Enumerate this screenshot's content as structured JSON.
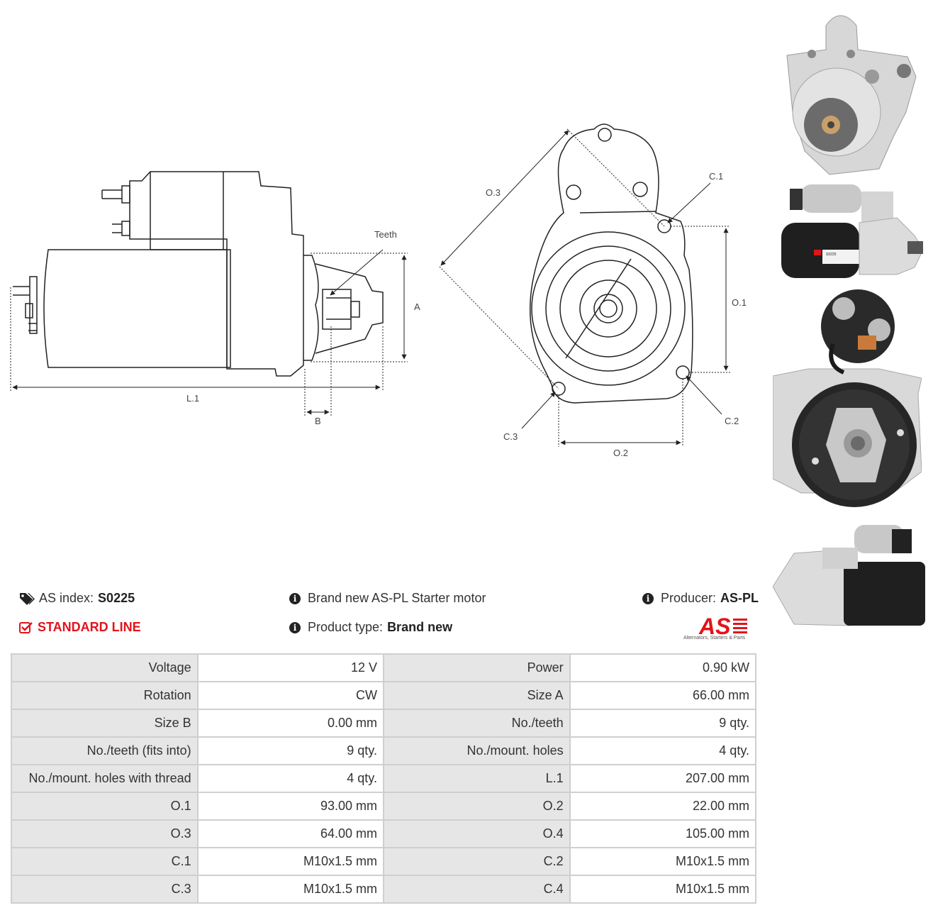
{
  "diagram": {
    "labels": {
      "teeth": "Teeth",
      "a": "A",
      "b": "B",
      "l1": "L.1",
      "o1": "O.1",
      "o2": "O.2",
      "o3": "O.3",
      "c1": "C.1",
      "c2": "C.2",
      "c3": "C.3"
    }
  },
  "photos": {
    "label_text": "S0225"
  },
  "info": {
    "as_index_label": "AS index:",
    "as_index_value": "S0225",
    "standard_line": "STANDARD LINE",
    "description": "Brand new AS-PL Starter motor",
    "product_type_label": "Product type:",
    "product_type_value": "Brand new",
    "producer_label": "Producer:",
    "producer_value": "AS-PL",
    "logo_text": "AS",
    "logo_subtitle": "Alternators, Starters & Parts"
  },
  "colors": {
    "accent_red": "#e1141c",
    "label_bg": "#e6e6e6",
    "border": "#cfcfcf"
  },
  "specs": [
    [
      "Voltage",
      "12 V",
      "Power",
      "0.90 kW"
    ],
    [
      "Rotation",
      "CW",
      "Size A",
      "66.00 mm"
    ],
    [
      "Size B",
      "0.00 mm",
      "No./teeth",
      "9 qty."
    ],
    [
      "No./teeth (fits into)",
      "9 qty.",
      "No./mount. holes",
      "4 qty."
    ],
    [
      "No./mount. holes with thread",
      "4 qty.",
      "L.1",
      "207.00 mm"
    ],
    [
      "O.1",
      "93.00 mm",
      "O.2",
      "22.00 mm"
    ],
    [
      "O.3",
      "64.00 mm",
      "O.4",
      "105.00 mm"
    ],
    [
      "C.1",
      "M10x1.5 mm",
      "C.2",
      "M10x1.5 mm"
    ],
    [
      "C.3",
      "M10x1.5 mm",
      "C.4",
      "M10x1.5 mm"
    ]
  ]
}
